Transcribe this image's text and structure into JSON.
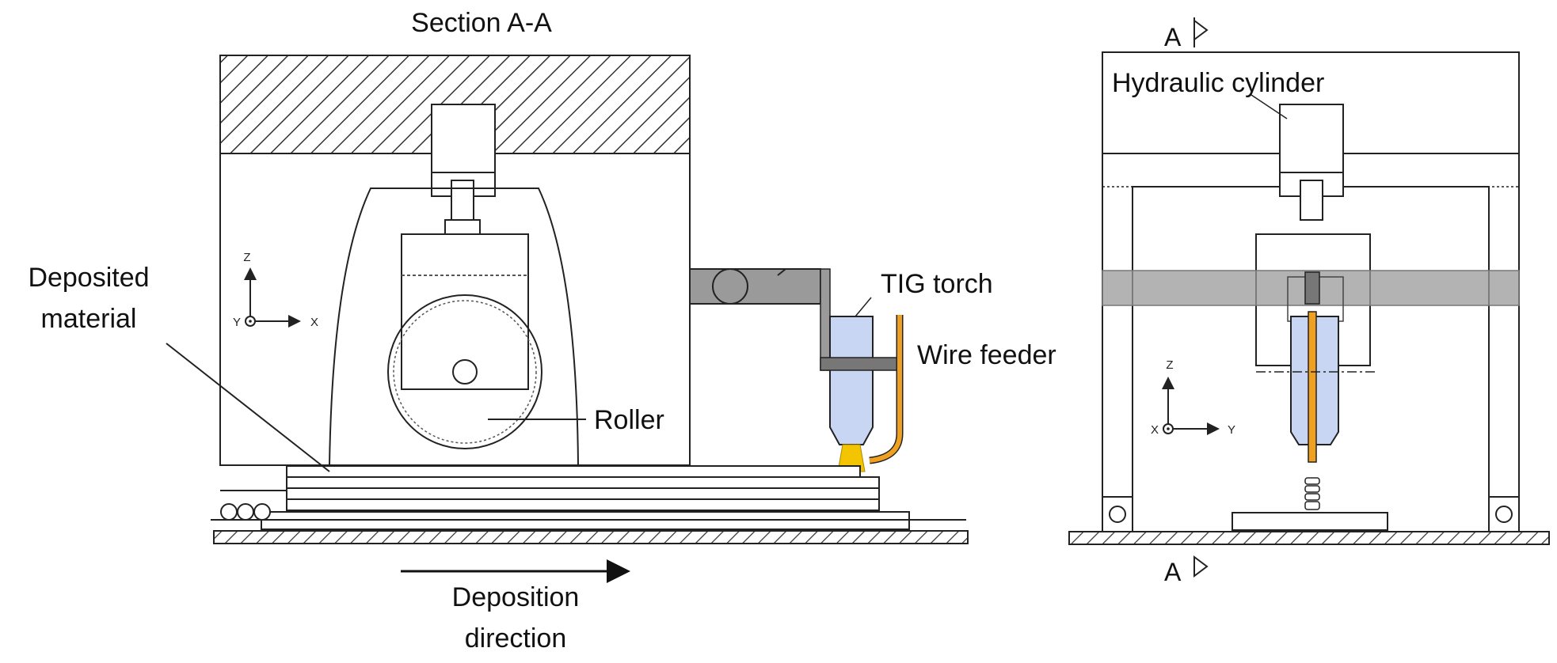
{
  "labels": {
    "section": "Section A-A",
    "deposited_line1": "Deposited",
    "deposited_line2": "material",
    "tig_torch": "TIG torch",
    "wire_feeder": "Wire feeder",
    "roller": "Roller",
    "deposition_line1": "Deposition",
    "deposition_line2": "direction",
    "hydraulic_cylinder": "Hydraulic cylinder",
    "section_mark_top": "A",
    "section_mark_bottom": "A"
  },
  "left_axes": {
    "vertical": "Z",
    "horizontal": "X",
    "out_of_plane": "Y"
  },
  "right_axes": {
    "vertical": "Z",
    "horizontal": "Y",
    "out_of_plane": "X"
  },
  "colors": {
    "torch": "#c9d6f3",
    "wire": "#f0a020",
    "arm": "#9a9a9a",
    "arc": "#f3c400",
    "line": "#222222"
  }
}
